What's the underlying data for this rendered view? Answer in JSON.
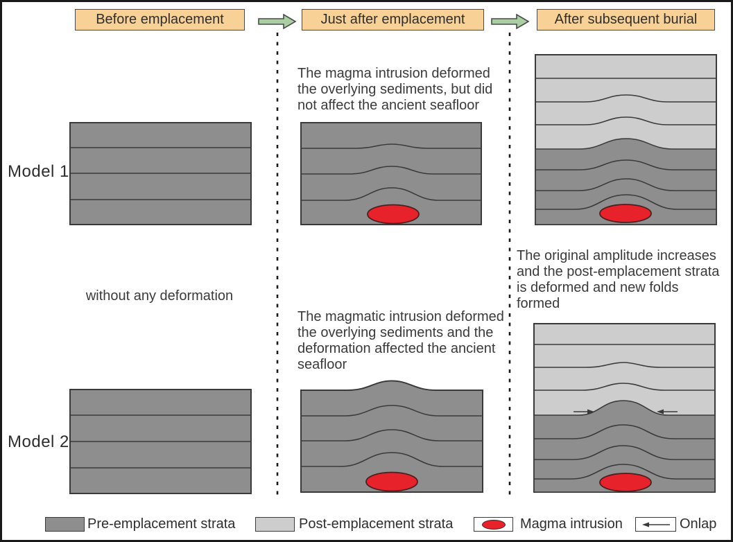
{
  "colors": {
    "header_bg": "#f8d197",
    "header_border": "#4a4a4a",
    "arrow_fill": "#a9cfa3",
    "arrow_stroke": "#4a4a4a",
    "pre_strata": "#8e8e8e",
    "post_strata": "#cdcdcd",
    "magma_red": "#e8222a",
    "stroke_dark": "#3a3a3a",
    "text": "#333333",
    "frame": "#1a1a1a"
  },
  "headers": {
    "before": "Before emplacement",
    "after": "Just after emplacement",
    "burial": "After subsequent burial"
  },
  "models": {
    "model1": {
      "label": "Model 1"
    },
    "model2": {
      "label": "Model 2"
    }
  },
  "notes": {
    "before": "without any deformation",
    "m1_after": "The magma intrusion deformed\nthe overlying sediments, but did\nnot affect the ancient seafloor",
    "m2_after": "The magmatic intrusion deformed\nthe overlying sediments and the\ndeformation affected the ancient\nseafloor",
    "burial": "The original amplitude increases\nand the post-emplacement strata\nis deformed and new folds formed"
  },
  "legend": {
    "pre": "Pre-emplacement strata",
    "post": "Post-emplacement strata",
    "magma": "Magma intrusion",
    "onlap": "Onlap"
  }
}
